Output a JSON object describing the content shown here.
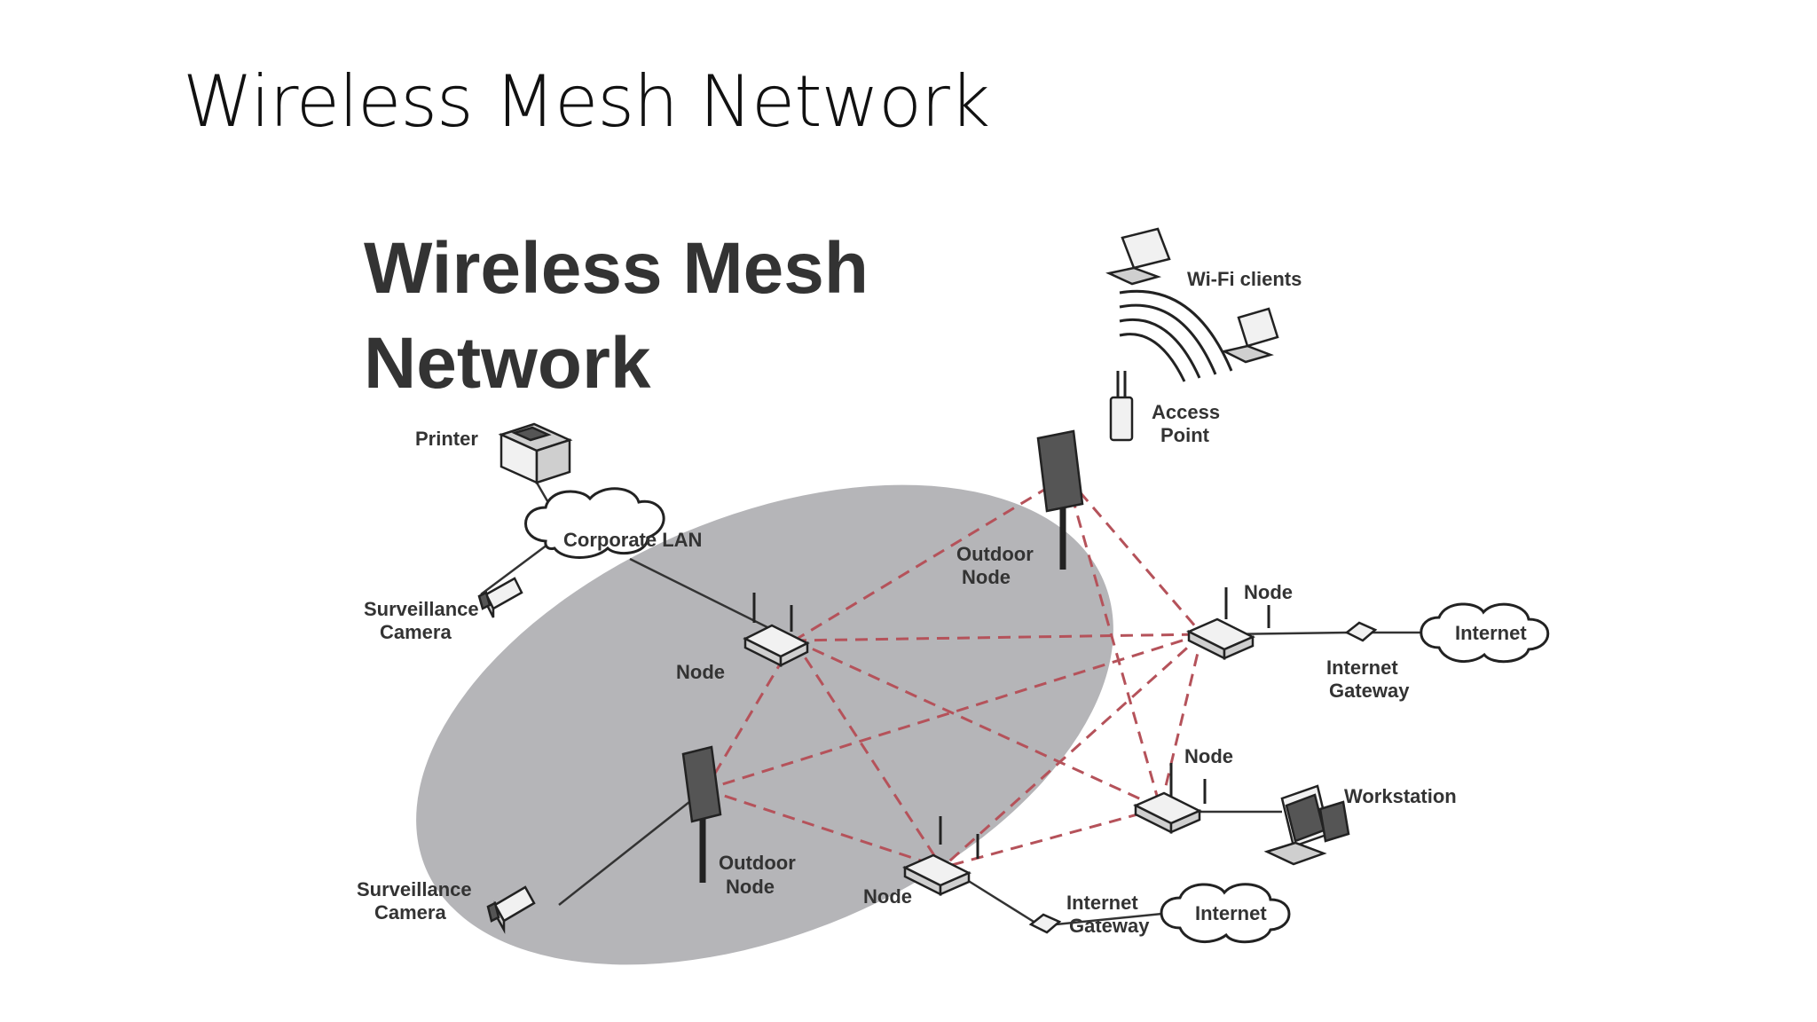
{
  "slide": {
    "title": "Wireless Mesh Network"
  },
  "diagram": {
    "heading_line1": "Wireless Mesh",
    "heading_line2": "Network",
    "labels": {
      "wifi_clients": "Wi-Fi clients",
      "access_point_1": "Access",
      "access_point_2": "Point",
      "printer": "Printer",
      "corporate_lan": "Corporate LAN",
      "camera1_1": "Surveillance",
      "camera1_2": "Camera",
      "camera2_1": "Surveillance",
      "camera2_2": "Camera",
      "outdoor_top_1": "Outdoor",
      "outdoor_top_2": "Node",
      "outdoor_left_1": "Outdoor",
      "outdoor_left_2": "Node",
      "node_left": "Node",
      "node_right": "Node",
      "node_lower_right": "Node",
      "node_bottom": "Node",
      "gateway_right_1": "Internet",
      "gateway_right_2": "Gateway",
      "gateway_bottom_1": "Internet",
      "gateway_bottom_2": "Gateway",
      "internet_right": "Internet",
      "internet_bottom": "Internet",
      "workstation": "Workstation"
    },
    "colors": {
      "mesh_area": "#b5b5b8",
      "mesh_link": "#b5525a",
      "line": "#222222"
    }
  }
}
